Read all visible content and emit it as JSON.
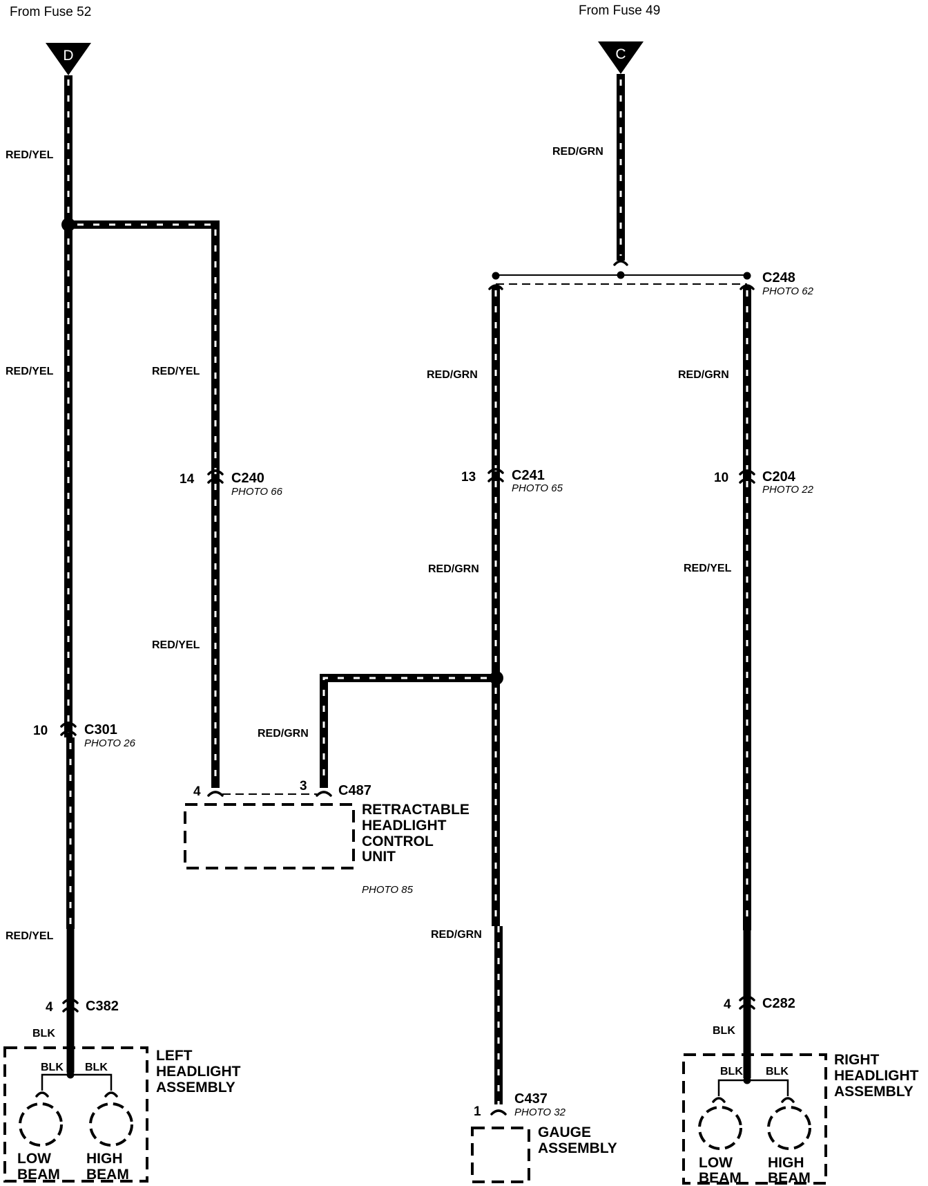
{
  "sources": {
    "fuse52": "From Fuse 52",
    "fuse49": "From Fuse 49",
    "term_d": "D",
    "term_c": "C"
  },
  "wire_colors": {
    "red_yel": "RED/YEL",
    "red_grn": "RED/GRN",
    "blk": "BLK"
  },
  "connectors": {
    "c240": {
      "name": "C240",
      "pin": "14",
      "photo": "PHOTO 66"
    },
    "c241": {
      "name": "C241",
      "pin": "13",
      "photo": "PHOTO 65"
    },
    "c204": {
      "name": "C204",
      "pin": "10",
      "photo": "PHOTO 22"
    },
    "c248": {
      "name": "C248",
      "photo": "PHOTO 62"
    },
    "c301": {
      "name": "C301",
      "pin": "10",
      "photo": "PHOTO 26"
    },
    "c487": {
      "name": "C487",
      "pin_a": "4",
      "pin_b": "3"
    },
    "c382": {
      "name": "C382",
      "pin": "4"
    },
    "c282": {
      "name": "C282",
      "pin": "4"
    },
    "c437": {
      "name": "C437",
      "pin": "1",
      "photo": "PHOTO 32"
    }
  },
  "components": {
    "control_unit": {
      "lines": [
        "RETRACTABLE",
        "HEADLIGHT",
        "CONTROL",
        "UNIT"
      ],
      "photo": "PHOTO 85"
    },
    "left_headlight": {
      "lines": [
        "LEFT",
        "HEADLIGHT",
        "ASSEMBLY"
      ]
    },
    "right_headlight": {
      "lines": [
        "RIGHT",
        "HEADLIGHT",
        "ASSEMBLY"
      ]
    },
    "gauge": {
      "lines": [
        "GAUGE",
        "ASSEMBLY"
      ]
    },
    "lamps": {
      "low": [
        "LOW",
        "BEAM"
      ],
      "high": [
        "HIGH",
        "BEAM"
      ]
    }
  }
}
